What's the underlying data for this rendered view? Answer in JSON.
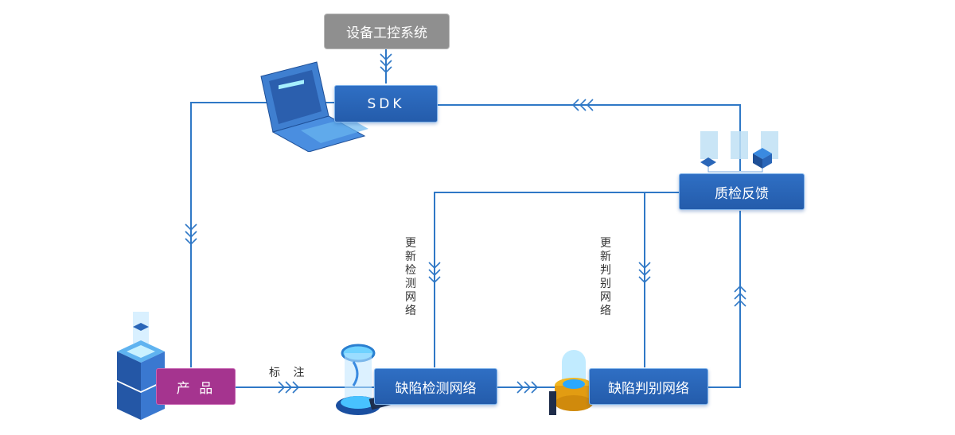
{
  "nodes": {
    "control_system": "设备工控系统",
    "sdk": "SDK",
    "qc_feedback": "质检反馈",
    "product": "产 品",
    "detect_net": "缺陷检测网络",
    "judge_net": "缺陷判别网络"
  },
  "edge_labels": {
    "annotate": "标 注",
    "update_detect": "更新检测网络",
    "update_judge": "更新判别网络"
  },
  "colors": {
    "line": "#2f78c6",
    "box_blue": "#2a66b8",
    "box_gray": "#8f8f8f",
    "box_purple": "#a5348f"
  }
}
